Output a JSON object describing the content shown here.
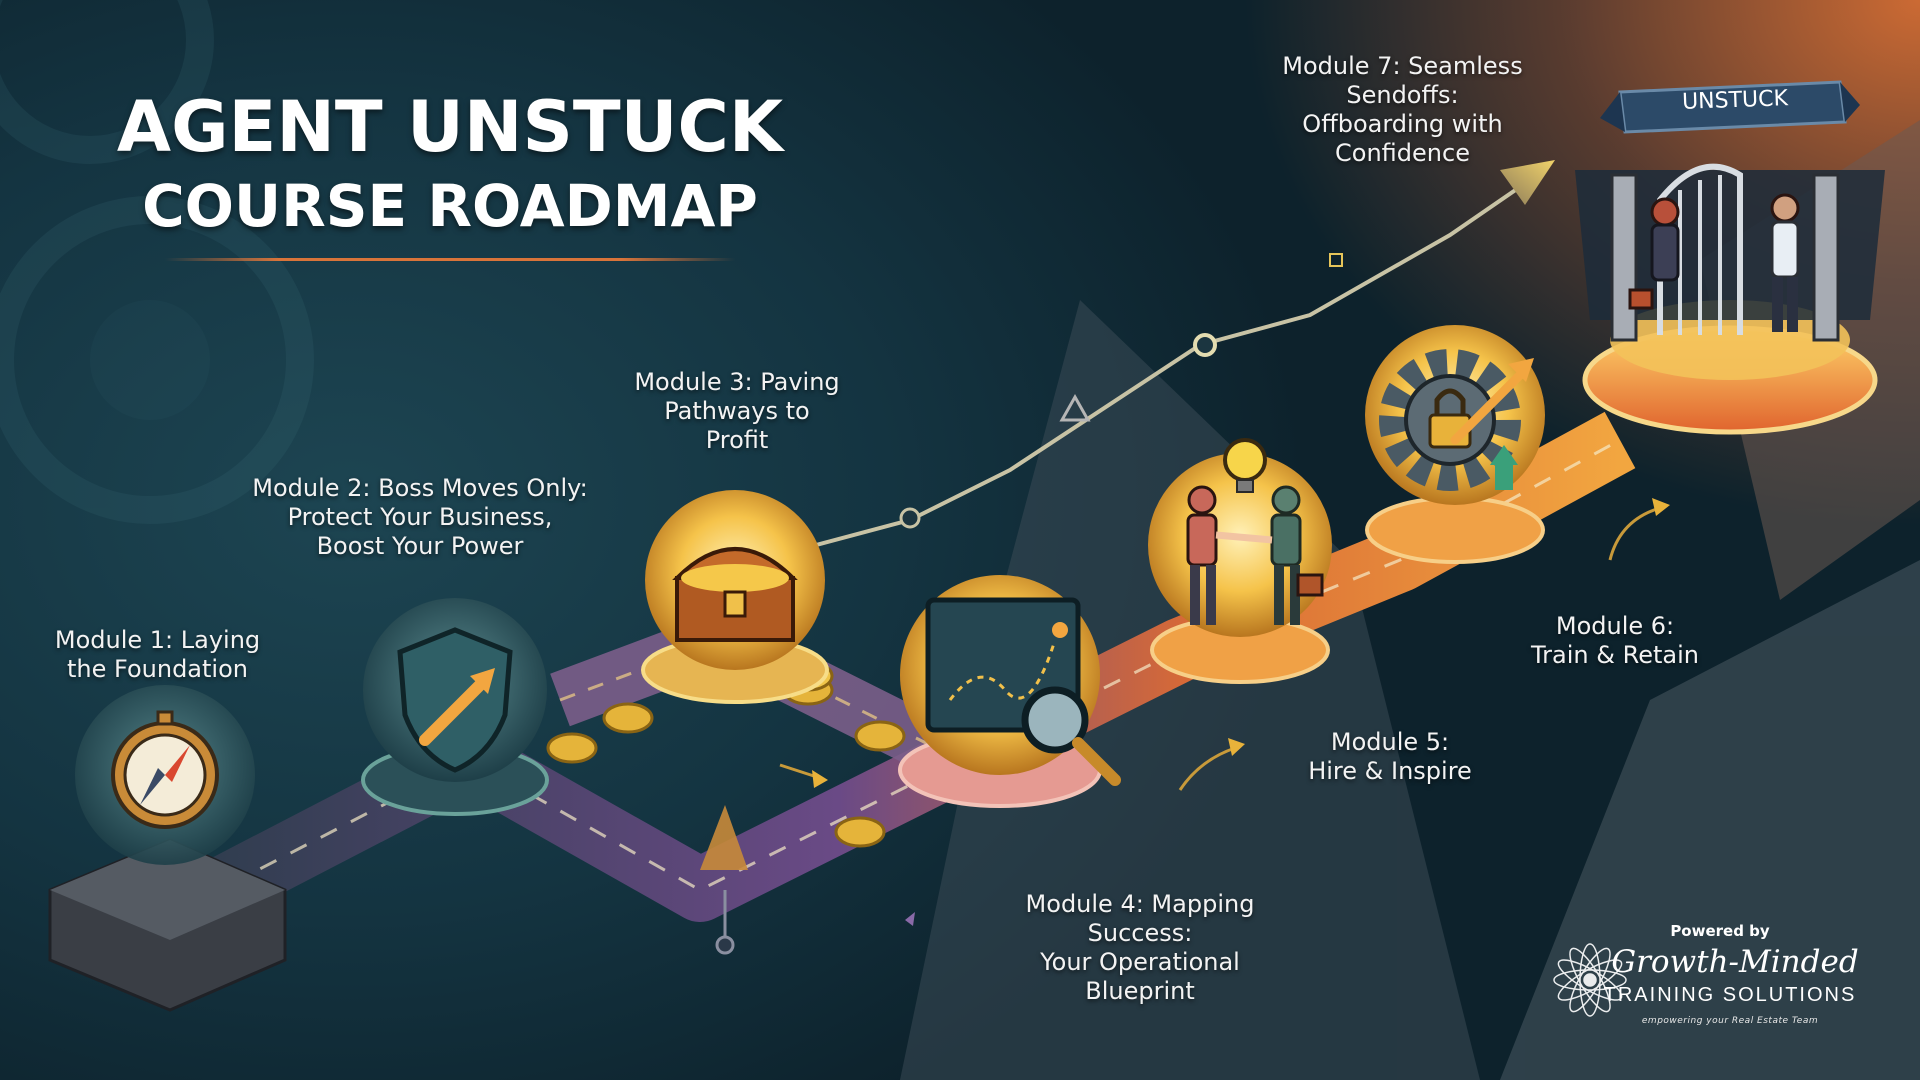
{
  "title": {
    "line1": "AGENT UNSTUCK",
    "line2": "COURSE ROADMAP"
  },
  "modules": [
    {
      "lines": [
        "Module 1: Laying",
        "the Foundation"
      ],
      "icon": "compass-icon"
    },
    {
      "lines": [
        "Module 2: Boss Moves Only:",
        "Protect Your Business,",
        "Boost Your Power"
      ],
      "icon": "shield-arrow-icon"
    },
    {
      "lines": [
        "Module 3: Paving",
        "Pathways to",
        "Profit"
      ],
      "icon": "treasure-chest-icon"
    },
    {
      "lines": [
        "Module 4: Mapping",
        "Success:",
        "Your Operational",
        "Blueprint"
      ],
      "icon": "map-magnifier-icon"
    },
    {
      "lines": [
        "Module 5:",
        "Hire & Inspire"
      ],
      "icon": "handshake-lightbulb-icon"
    },
    {
      "lines": [
        "Module 6:",
        "Train & Retain"
      ],
      "icon": "gear-lock-icon"
    },
    {
      "lines": [
        "Module 7: Seamless",
        "Sendoffs:",
        "Offboarding with",
        "Confidence"
      ],
      "icon": "gate-farewell-icon"
    }
  ],
  "banner": {
    "text": "UNSTUCK"
  },
  "branding": {
    "powered_by": "Powered by",
    "name": "Growth-Minded",
    "tagline": "TRAINING SOLUTIONS",
    "subtagline": "empowering your Real Estate Team"
  },
  "colors": {
    "accent_orange": "#d9743a",
    "gold": "#f2b632",
    "road_purple": "#6a4a86"
  }
}
